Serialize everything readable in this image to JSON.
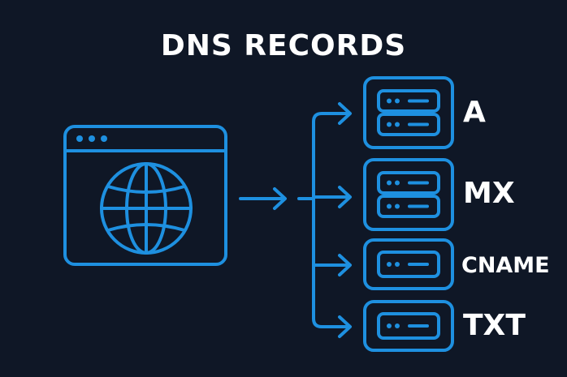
{
  "title": "DNS RECORDS",
  "colors": {
    "background": "#0f1726",
    "accent": "#1e90e0",
    "text": "#ffffff"
  },
  "source": {
    "icon": "browser-globe-icon"
  },
  "records": [
    {
      "label": "A",
      "icon": "server-stack-icon"
    },
    {
      "label": "MX",
      "icon": "server-stack-icon"
    },
    {
      "label": "CNAME",
      "icon": "server-icon"
    },
    {
      "label": "TXT",
      "icon": "server-icon"
    }
  ]
}
